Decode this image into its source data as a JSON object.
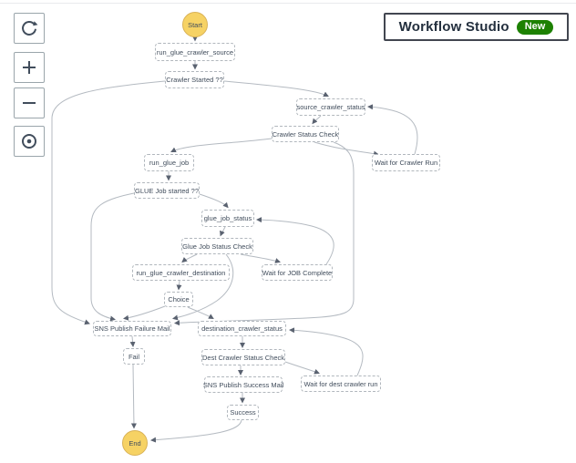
{
  "header": {
    "workflow_studio_label": "Workflow Studio",
    "new_badge": "New",
    "badge_color": "#1d8102",
    "title_color": "#232f3e"
  },
  "controls": {
    "buttons": [
      {
        "name": "reset-view",
        "icon": "refresh-icon"
      },
      {
        "name": "zoom-in",
        "icon": "plus-icon"
      },
      {
        "name": "zoom-out",
        "icon": "minus-icon"
      },
      {
        "name": "center-view",
        "icon": "target-icon"
      }
    ]
  },
  "diagram": {
    "colors": {
      "node_border": "#b1b7bd",
      "node_text": "#414d5c",
      "terminal_fill": "#f6d264",
      "terminal_border": "#d9b257",
      "edge": "#b4bac1",
      "arrowhead": "#5a6270"
    },
    "nodes": [
      {
        "id": "start",
        "label": "Start",
        "type": "terminal"
      },
      {
        "id": "run_glue_crawler_source",
        "label": "run_glue_crawler_source",
        "type": "task"
      },
      {
        "id": "crawler_started",
        "label": "Crawler Started ??",
        "type": "choice"
      },
      {
        "id": "source_crawler_status",
        "label": "source_crawler_status",
        "type": "task"
      },
      {
        "id": "crawler_status_check",
        "label": "Crawler Status Check",
        "type": "choice"
      },
      {
        "id": "wait_for_crawler_run",
        "label": "Wait for Crawler Run",
        "type": "wait"
      },
      {
        "id": "run_glue_job",
        "label": "run_glue_job",
        "type": "task"
      },
      {
        "id": "glue_job_started",
        "label": "GLUE Job started ??",
        "type": "choice"
      },
      {
        "id": "glue_job_status",
        "label": "glue_job_status",
        "type": "task"
      },
      {
        "id": "glue_job_status_check",
        "label": "Glue Job Status Check",
        "type": "choice"
      },
      {
        "id": "run_glue_crawler_destination",
        "label": "run_glue_crawler_destination",
        "type": "task"
      },
      {
        "id": "wait_for_job_complete",
        "label": "Wait for JOB Complete",
        "type": "wait"
      },
      {
        "id": "choice",
        "label": "Choice",
        "type": "choice"
      },
      {
        "id": "sns_publish_failure_mail",
        "label": "SNS Publish Failure Mail",
        "type": "task"
      },
      {
        "id": "destination_crawler_status",
        "label": "destination_crawler_status",
        "type": "task"
      },
      {
        "id": "fail",
        "label": "Fail",
        "type": "fail"
      },
      {
        "id": "dest_crawler_status_check",
        "label": "Dest Crawler Status Check",
        "type": "choice"
      },
      {
        "id": "sns_publish_success_mail",
        "label": "SNS Publish Success Mail",
        "type": "task"
      },
      {
        "id": "wait_for_dest_crawler_run",
        "label": "Wait for dest crawler run",
        "type": "wait"
      },
      {
        "id": "success",
        "label": "Success",
        "type": "success"
      },
      {
        "id": "end",
        "label": "End",
        "type": "terminal"
      }
    ],
    "edges": [
      {
        "from": "start",
        "to": "run_glue_crawler_source"
      },
      {
        "from": "run_glue_crawler_source",
        "to": "crawler_started"
      },
      {
        "from": "crawler_started",
        "to": "source_crawler_status"
      },
      {
        "from": "crawler_started",
        "to": "sns_publish_failure_mail"
      },
      {
        "from": "source_crawler_status",
        "to": "crawler_status_check"
      },
      {
        "from": "crawler_status_check",
        "to": "run_glue_job"
      },
      {
        "from": "crawler_status_check",
        "to": "wait_for_crawler_run"
      },
      {
        "from": "crawler_status_check",
        "to": "sns_publish_failure_mail"
      },
      {
        "from": "wait_for_crawler_run",
        "to": "source_crawler_status"
      },
      {
        "from": "run_glue_job",
        "to": "glue_job_started"
      },
      {
        "from": "glue_job_started",
        "to": "glue_job_status"
      },
      {
        "from": "glue_job_started",
        "to": "sns_publish_failure_mail"
      },
      {
        "from": "glue_job_status",
        "to": "glue_job_status_check"
      },
      {
        "from": "glue_job_status_check",
        "to": "run_glue_crawler_destination"
      },
      {
        "from": "glue_job_status_check",
        "to": "wait_for_job_complete"
      },
      {
        "from": "glue_job_status_check",
        "to": "sns_publish_failure_mail"
      },
      {
        "from": "wait_for_job_complete",
        "to": "glue_job_status"
      },
      {
        "from": "run_glue_crawler_destination",
        "to": "choice"
      },
      {
        "from": "choice",
        "to": "sns_publish_failure_mail"
      },
      {
        "from": "choice",
        "to": "destination_crawler_status"
      },
      {
        "from": "destination_crawler_status",
        "to": "dest_crawler_status_check"
      },
      {
        "from": "dest_crawler_status_check",
        "to": "sns_publish_success_mail"
      },
      {
        "from": "dest_crawler_status_check",
        "to": "wait_for_dest_crawler_run"
      },
      {
        "from": "wait_for_dest_crawler_run",
        "to": "destination_crawler_status"
      },
      {
        "from": "sns_publish_success_mail",
        "to": "success"
      },
      {
        "from": "success",
        "to": "end"
      },
      {
        "from": "sns_publish_failure_mail",
        "to": "fail"
      },
      {
        "from": "fail",
        "to": "end"
      }
    ]
  }
}
